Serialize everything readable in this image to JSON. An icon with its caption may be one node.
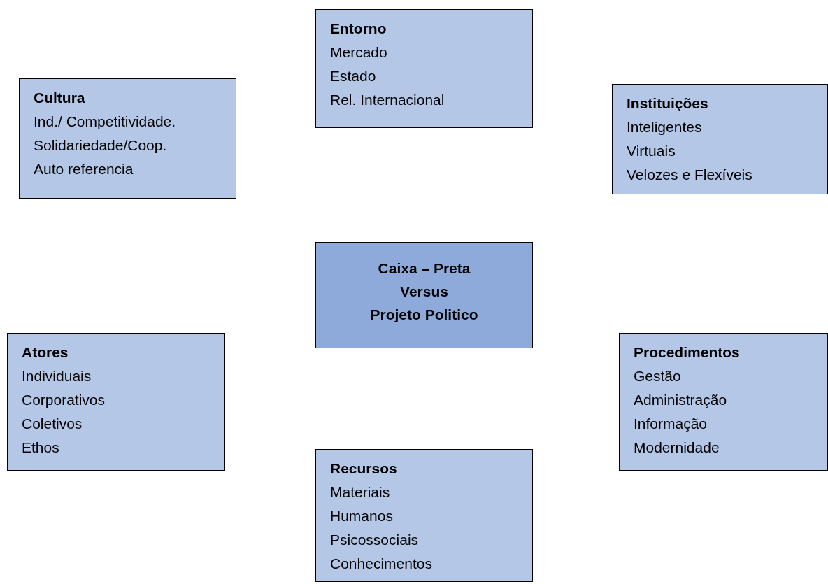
{
  "diagram": {
    "nodes": [
      {
        "text": [
          "Entorno",
          "Mercado",
          "Estado",
          "Rel. Internacional"
        ]
      },
      {
        "text": [
          "Cultura",
          "Ind./ Competitividade.",
          "Solidariedade/Coop.",
          "Auto referencia"
        ]
      },
      {
        "text": [
          "Instituições",
          "Inteligentes",
          "Virtuais",
          "Velozes e Flexíveis"
        ]
      },
      {
        "text": [
          "Caixa – Preta",
          "Versus",
          "Projeto Politico"
        ]
      },
      {
        "text": [
          "Atores",
          "Individuais",
          "Corporativos",
          "Coletivos",
          "Ethos"
        ]
      },
      {
        "text": [
          "Procedimentos",
          "Gestão",
          "Administração",
          "Informação",
          "Modernidade"
        ]
      },
      {
        "text": [
          "Recursos",
          "Materiais",
          "Humanos",
          "Psicossociais",
          "Conhecimentos"
        ]
      }
    ],
    "edges": []
  }
}
